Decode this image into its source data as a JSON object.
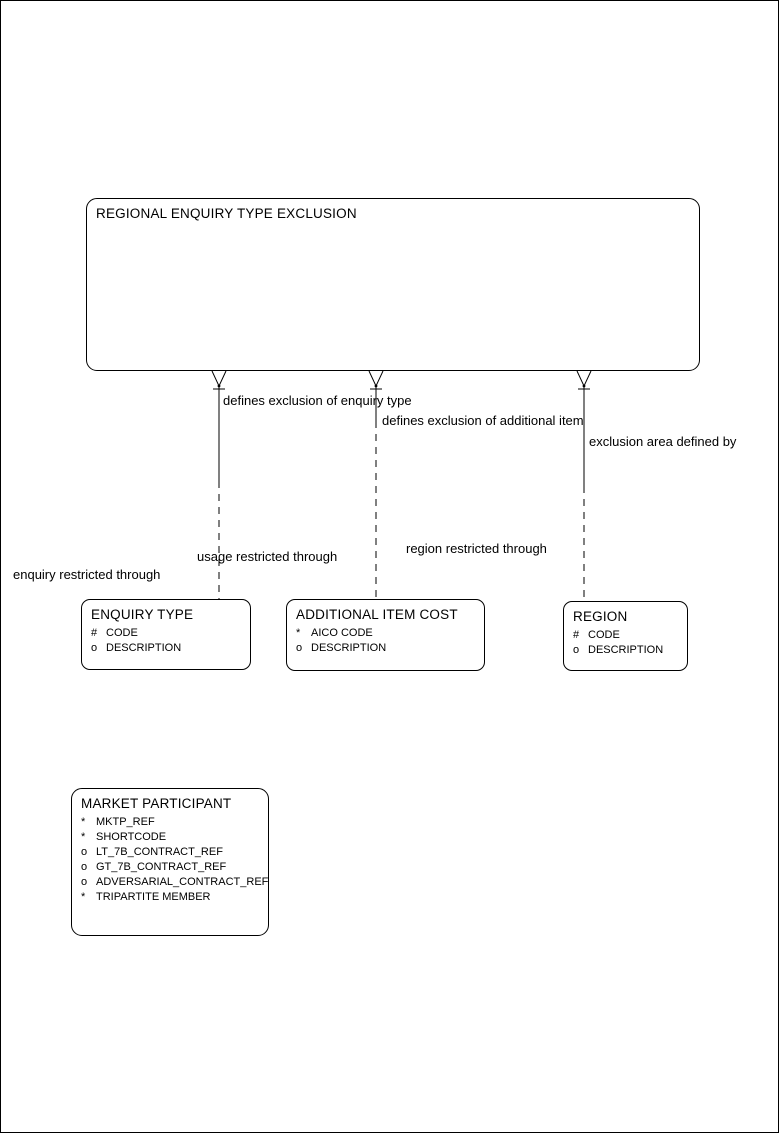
{
  "page": {
    "background_color": "#ffffff",
    "line_color": "#000000",
    "text_color": "#000000"
  },
  "icons": {
    "crow_foot": "many-end crow's foot with optionality tick"
  },
  "root_entity": {
    "name": "REGIONAL ENQUIRY TYPE EXCLUSION"
  },
  "entities": [
    {
      "name": "ENQUIRY TYPE",
      "attributes": [
        {
          "prefix": "#",
          "name": "CODE"
        },
        {
          "prefix": "o",
          "name": "DESCRIPTION"
        }
      ]
    },
    {
      "name": "ADDITIONAL ITEM COST",
      "attributes": [
        {
          "prefix": "*",
          "name": "AICO CODE"
        },
        {
          "prefix": "o",
          "name": "DESCRIPTION"
        }
      ]
    },
    {
      "name": "REGION",
      "attributes": [
        {
          "prefix": "#",
          "name": "CODE"
        },
        {
          "prefix": "o",
          "name": "DESCRIPTION"
        }
      ]
    },
    {
      "name": "MARKET PARTICIPANT",
      "attributes": [
        {
          "prefix": "*",
          "name": "MKTP_REF"
        },
        {
          "prefix": "*",
          "name": "SHORTCODE"
        },
        {
          "prefix": "o",
          "name": "LT_7B_CONTRACT_REF"
        },
        {
          "prefix": "o",
          "name": "GT_7B_CONTRACT_REF"
        },
        {
          "prefix": "o",
          "name": "ADVERSARIAL_CONTRACT_REF"
        },
        {
          "prefix": "*",
          "name": "TRIPARTITE MEMBER"
        }
      ]
    }
  ],
  "relationships": [
    {
      "target": "ENQUIRY TYPE",
      "parent_end_label": "defines exclusion of enquiry type",
      "child_end_label": "enquiry restricted through"
    },
    {
      "target": "ADDITIONAL ITEM COST",
      "parent_end_label": "defines exclusion of additional item",
      "child_end_label": "usage restricted through"
    },
    {
      "target": "REGION",
      "parent_end_label": "exclusion area defined by",
      "child_end_label": "region restricted through"
    }
  ]
}
